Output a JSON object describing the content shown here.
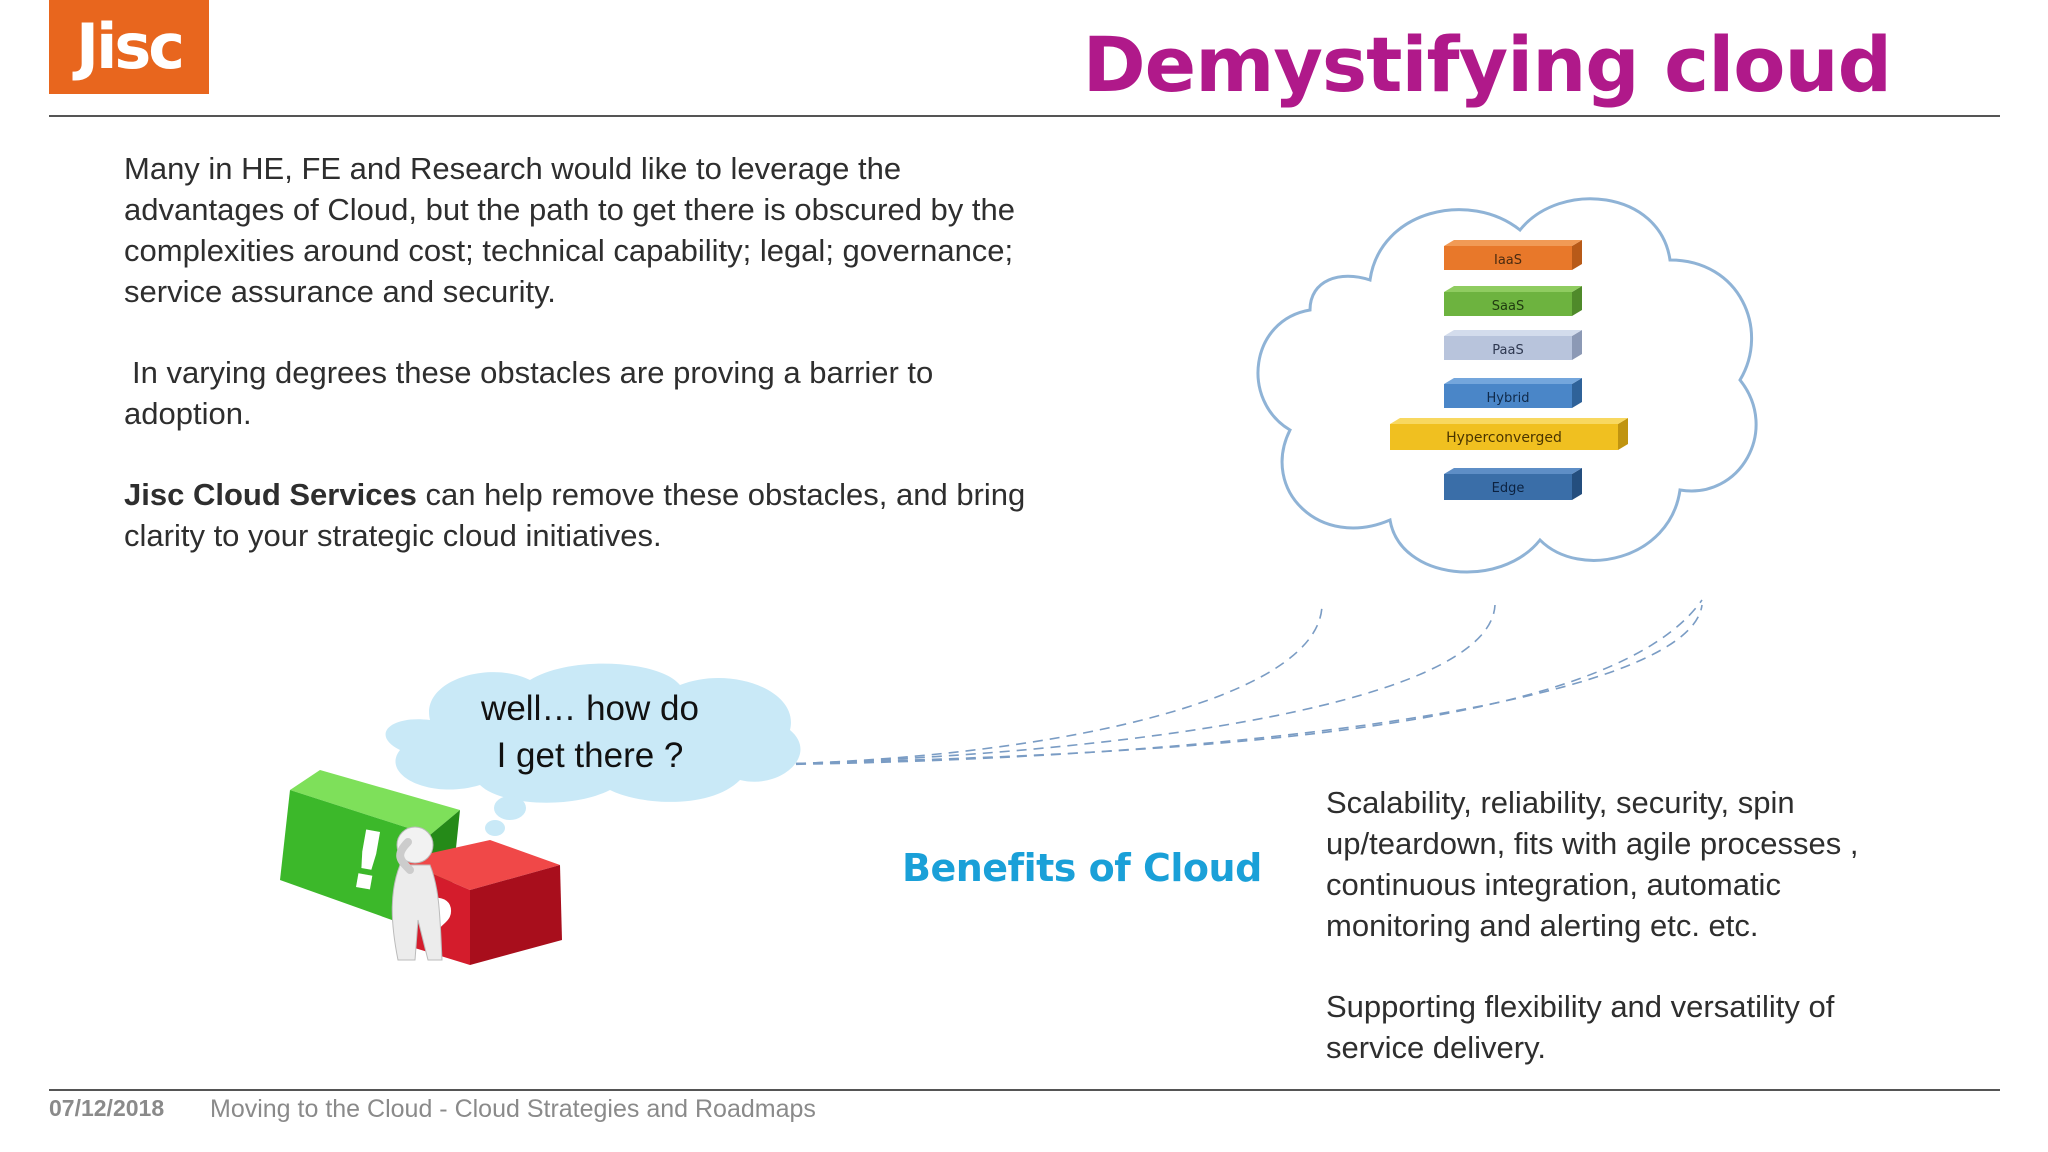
{
  "logo": {
    "text": "Jisc",
    "color": "#e8661e"
  },
  "slide": {
    "title": "Demystifying cloud",
    "title_color": "#b0198a"
  },
  "intro": {
    "p1": "Many in HE, FE and Research would like  to leverage the advantages of Cloud,  but the path to get there is obscured by the complexities around cost; technical capability;  legal; governance; service assurance and security.",
    "p2": "In varying degrees these obstacles are proving a barrier to adoption.",
    "p3_bold": "Jisc Cloud Services",
    "p3_rest": " can help remove these obstacles,  and bring clarity to your strategic cloud initiatives."
  },
  "cloud_diagram": {
    "layers": [
      {
        "label": "IaaS",
        "color": "#e8782a"
      },
      {
        "label": "SaaS",
        "color": "#6db33f"
      },
      {
        "label": "PaaS",
        "color": "#b8c4dc"
      },
      {
        "label": "Hybrid",
        "color": "#4a86c8"
      },
      {
        "label": "Hyperconverged",
        "color": "#f0c020"
      },
      {
        "label": "Edge",
        "color": "#3a6ea8"
      }
    ]
  },
  "bubble": {
    "line1": "well… how do",
    "line2": "I get there ?"
  },
  "benefits": {
    "title": "Benefits of Cloud",
    "title_color": "#1aa0d8",
    "p1": "Scalability, reliability, security, spin up/teardown, fits with agile processes , continuous integration, automatic monitoring and alerting etc. etc.",
    "p2": "Supporting flexibility and versatility of service delivery."
  },
  "footer": {
    "date": "07/12/2018",
    "text": "Moving to the Cloud - Cloud Strategies and Roadmaps"
  }
}
